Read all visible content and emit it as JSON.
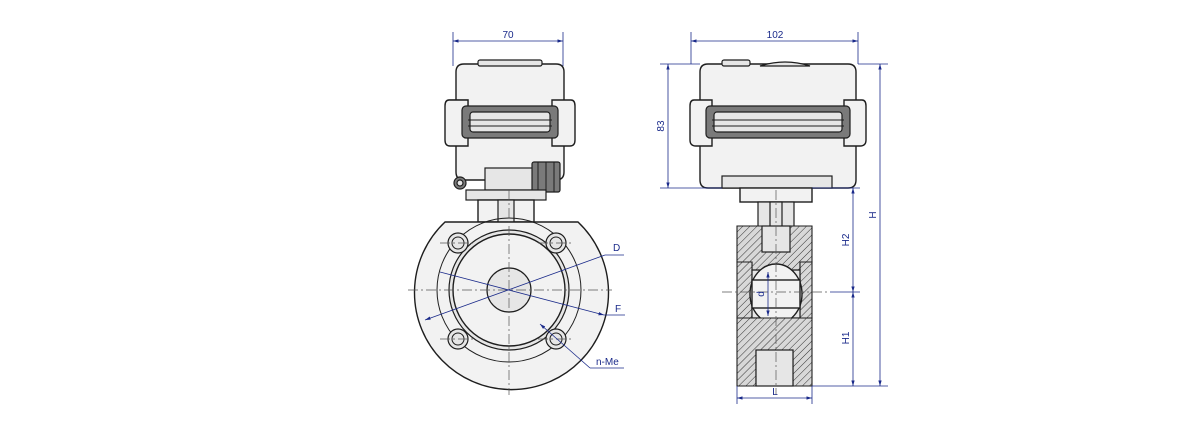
{
  "front_view": {
    "width_label": "70",
    "callouts": {
      "d_outer": "D",
      "f_bolt_circle": "F",
      "n_me": "n-Me"
    }
  },
  "side_view": {
    "width_label": "102",
    "actuator_height_label": "83",
    "total_height_label": "H",
    "upper_height_label": "H2",
    "lower_height_label": "H1",
    "bore_label": "d",
    "length_label": "L"
  },
  "colors": {
    "dimension": "#1a2a8a",
    "outline": "#1e1e1e"
  }
}
